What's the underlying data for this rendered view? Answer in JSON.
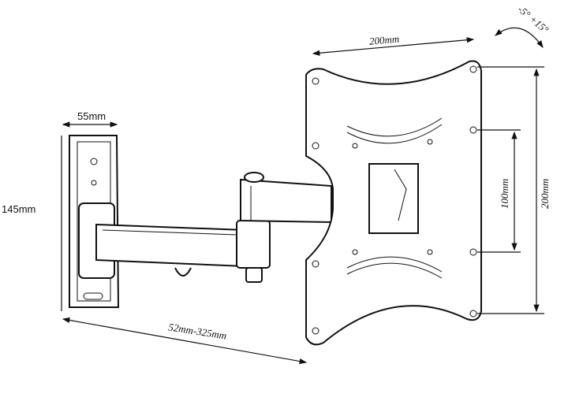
{
  "dimensions": {
    "plate_width": "200mm",
    "plate_height": "200mm",
    "inner_height": "100mm",
    "tilt": "-5° +15°",
    "wall_plate_width": "55mm",
    "wall_plate_height": "145mm",
    "extension": "52mm-325mm"
  }
}
